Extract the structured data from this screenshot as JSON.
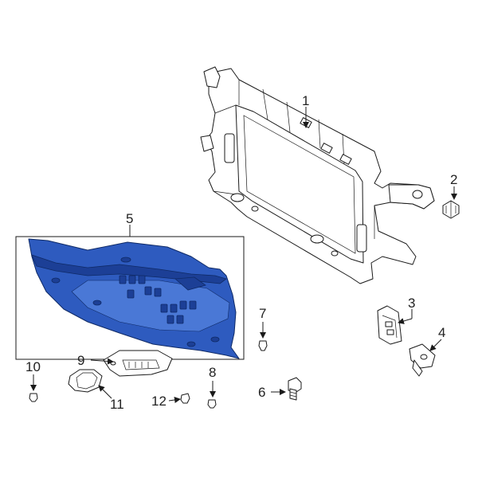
{
  "callouts": {
    "c1": "1",
    "c2": "2",
    "c3": "3",
    "c4": "4",
    "c5": "5",
    "c6": "6",
    "c7": "7",
    "c8": "8",
    "c9": "9",
    "c10": "10",
    "c11": "11",
    "c12": "12"
  },
  "colors": {
    "highlight_part": "#2e5bbf",
    "line_art": "#1a1a1a",
    "background": "#ffffff"
  }
}
